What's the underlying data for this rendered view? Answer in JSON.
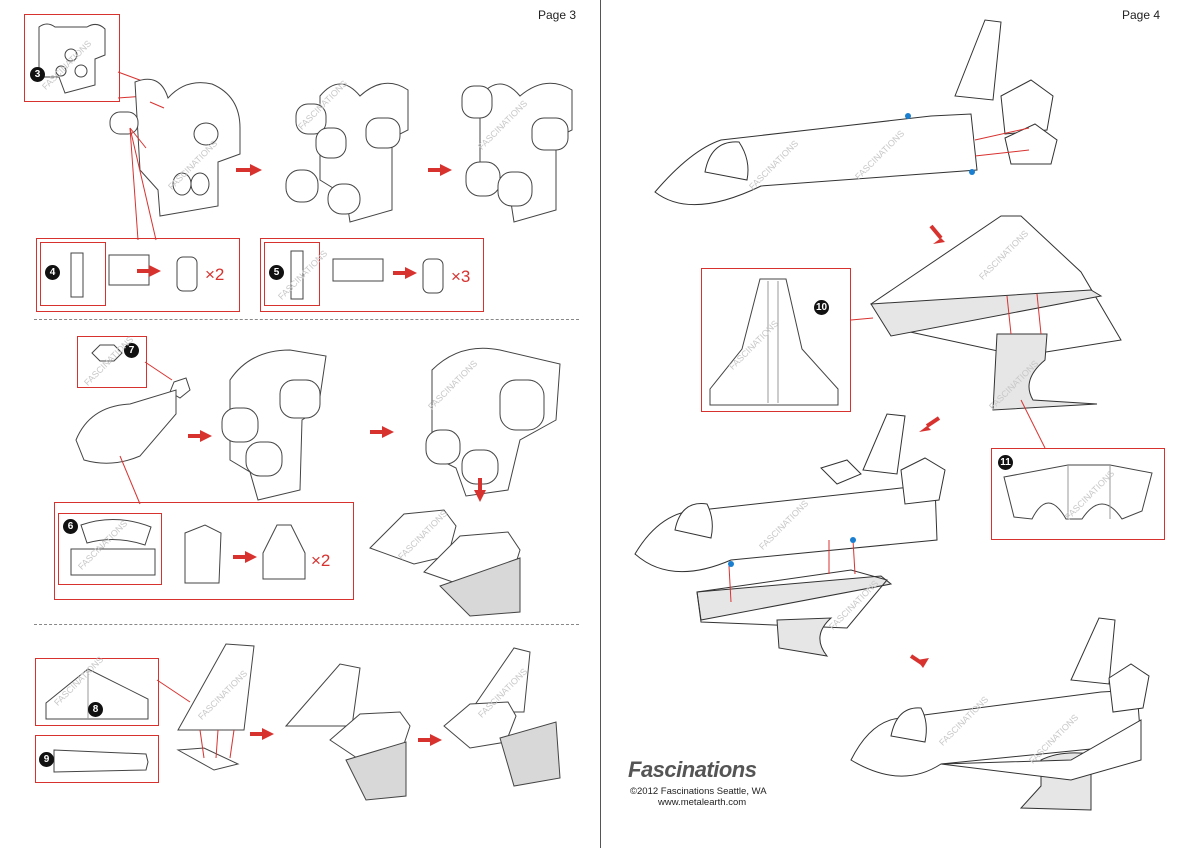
{
  "pages": {
    "left": {
      "label": "Page 3"
    },
    "right": {
      "label": "Page 4"
    }
  },
  "steps": [
    "3",
    "4",
    "5",
    "6",
    "7",
    "8",
    "9",
    "10",
    "11"
  ],
  "multipliers": {
    "step4": "×2",
    "step5": "×3",
    "step6": "×2"
  },
  "watermark": "FASCINATIONS",
  "brand": {
    "logo": "Fascinations",
    "copyright": "©2012 Fascinations Seattle, WA",
    "url": "www.metalearth.com"
  },
  "colors": {
    "accent": "#d8322f",
    "line": "#333333",
    "dot_blue": "#1a7fd1",
    "dot_green": "#9acd32"
  }
}
